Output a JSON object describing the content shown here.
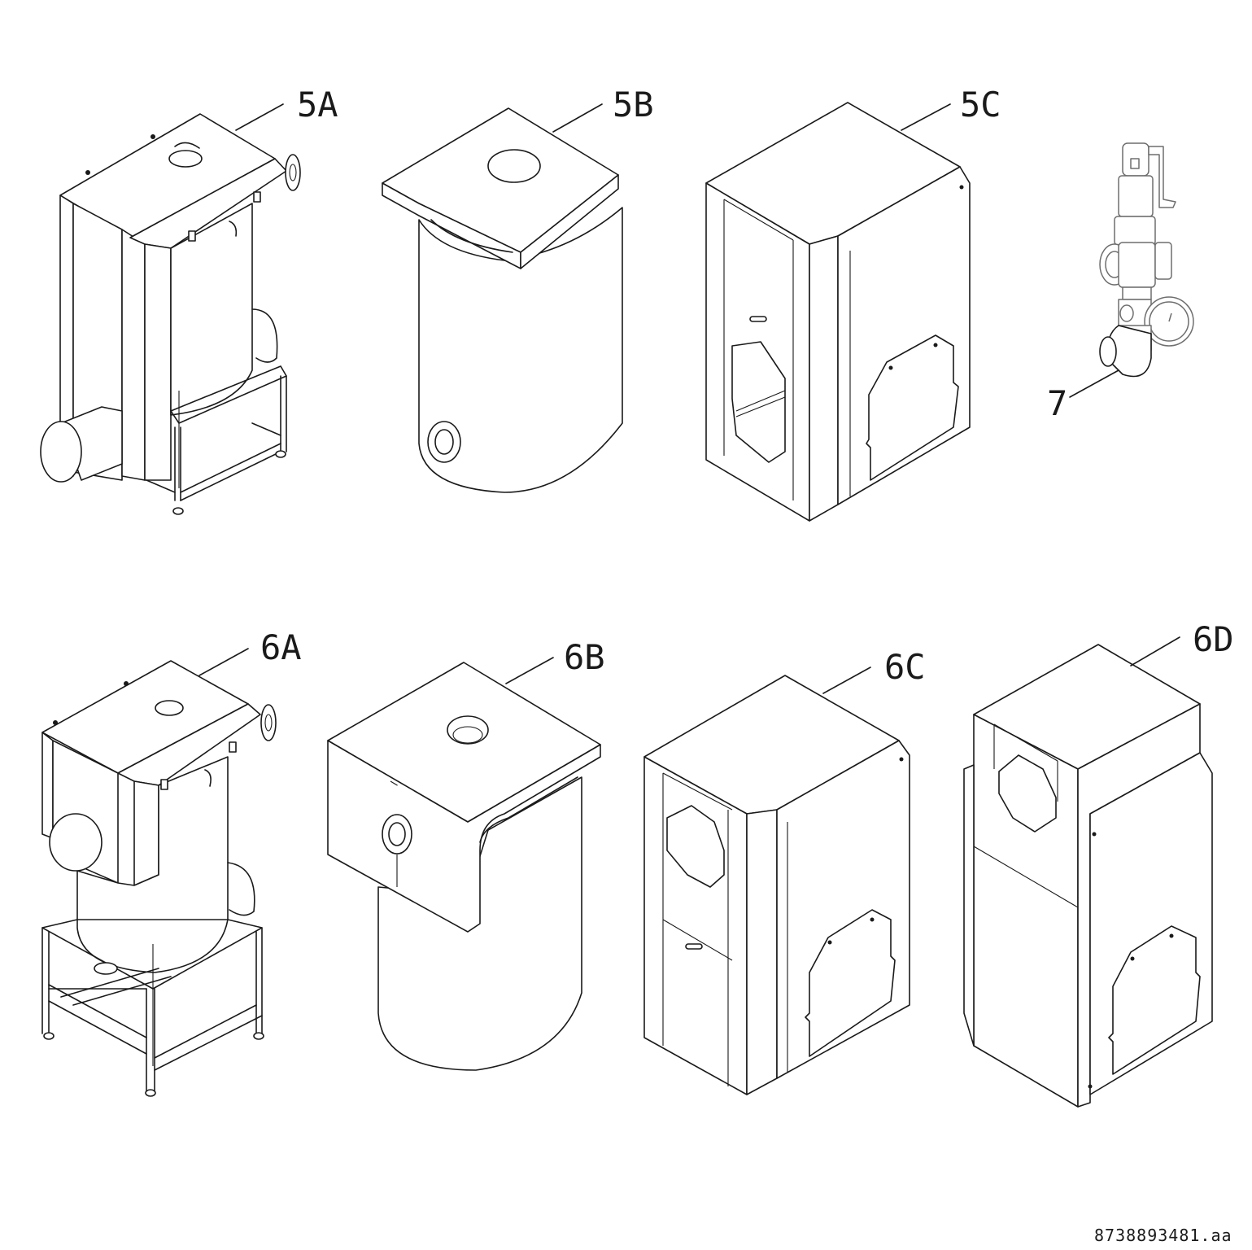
{
  "diagram": {
    "parts": [
      {
        "id": "5A",
        "label": "5A"
      },
      {
        "id": "5B",
        "label": "5B"
      },
      {
        "id": "5C",
        "label": "5C"
      },
      {
        "id": "7",
        "label": "7"
      },
      {
        "id": "6A",
        "label": "6A"
      },
      {
        "id": "6B",
        "label": "6B"
      },
      {
        "id": "6C",
        "label": "6C"
      },
      {
        "id": "6D",
        "label": "6D"
      }
    ],
    "document_code": "8738893481.aa"
  }
}
